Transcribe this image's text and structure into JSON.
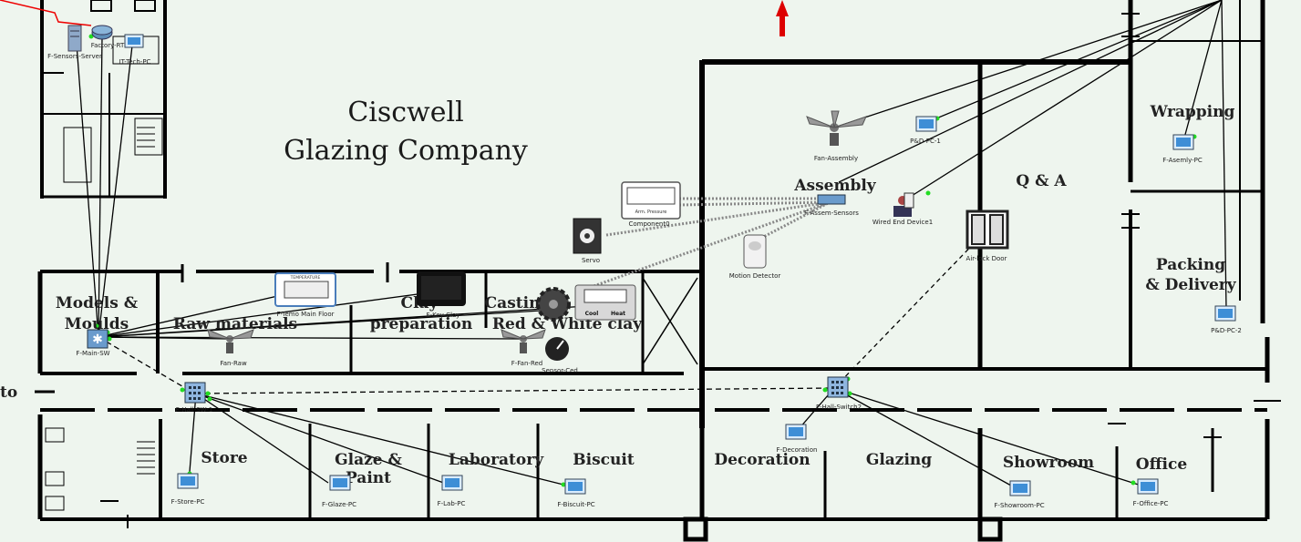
{
  "title": {
    "line1": "Ciscwell",
    "line2": "Glazing Company"
  },
  "rooms": {
    "models": "Models &",
    "moulds": "Moulds",
    "raw": "Raw materials",
    "clay": "Clay",
    "prep": "preparation",
    "casting": "Casting",
    "redwhite": "Red & White clay",
    "assembly": "Assembly",
    "qa": "Q & A",
    "wrapping": "Wrapping",
    "packing": "Packing",
    "delivery": "& Delivery",
    "store": "Store",
    "glaze1": "Glaze &",
    "glaze2": "Paint",
    "lab": "Laboratory",
    "biscuit": "Biscuit",
    "decoration": "Decoration",
    "glazing": "Glazing",
    "showroom": "Showroom",
    "office": "Office",
    "to": "to"
  },
  "devices": {
    "sensorsServer": "F-Sensors-Server",
    "factoryRT": "Factory-RT",
    "itTech": "IT-Tech-PC",
    "mainSW": "F-Main-SW",
    "hallSW1": "F-Hall-SW-1",
    "hallSwitch2": "F-Hall-Switch2",
    "assemSensors": "F-Assem-Sensors",
    "fanAssembly": "Fan-Assembly",
    "pdPc1": "P&D-PC-1",
    "pdPc2": "P&D-PC-2",
    "asemblyPc": "F-Asemly-PC",
    "wiredEnd": "Wired End Device1",
    "airlock": "Air-lock Door",
    "motion": "Motion Detector",
    "servo": "Servo",
    "component": "Component0",
    "tempMain": "F-Temo Main Floor",
    "keyClay": "F-Key-Clay",
    "fanRaw": "Fan-Raw",
    "fanRed": "F-Fan-Red",
    "sensor": "Sensor-Ced",
    "storePc": "F-Store-PC",
    "glazePc": "F-Glaze-PC",
    "labPc": "F-Lab-PC",
    "biscuitPc": "F-Biscuit-PC",
    "decorationPc": "F-Decoration",
    "showroomPc": "F-Showroom-PC",
    "officePc": "F-Office-PC"
  },
  "panels": {
    "temperature": "TEMPERATURE",
    "armPressure": "Arm. Pressure",
    "cool": "Cool",
    "heat": "Heat"
  },
  "colors": {
    "background": "#eef5ee",
    "wall": "#000000",
    "link": "#000000",
    "port": "#22dd22",
    "arrow": "#dd0000",
    "serial": "#ee0000"
  }
}
